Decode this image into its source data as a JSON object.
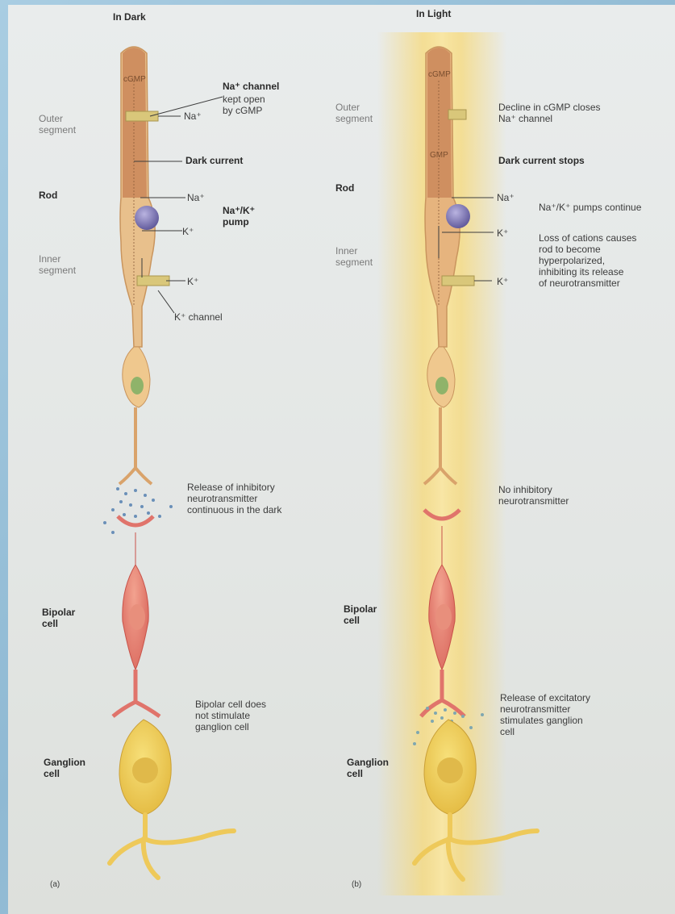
{
  "left_panel": {
    "heading": "In Dark",
    "cgmp": "cGMP",
    "na_channel_title": "Na⁺ channel",
    "na_channel_note": "kept open\nby cGMP",
    "na_ion": "Na⁺",
    "dark_current": "Dark current",
    "outer_segment": "Outer\nsegment",
    "rod": "Rod",
    "inner_segment": "Inner\nsegment",
    "pump_label": "Na⁺/K⁺\npump",
    "na_ion_2": "Na⁺",
    "k_ion": "K⁺",
    "k_ion_2": "K⁺",
    "k_channel": "K⁺ channel",
    "release_note": "Release of inhibitory\nneurotransmitter\ncontinuous in the dark",
    "bipolar": "Bipolar\ncell",
    "bipolar_note": "Bipolar cell does\nnot stimulate\nganglion cell",
    "ganglion": "Ganglion\ncell",
    "panel_letter": "(a)"
  },
  "right_panel": {
    "heading": "In Light",
    "cgmp_top": "cGMP",
    "cgmp_mid": "GMP",
    "outer_segment": "Outer\nsegment",
    "decline_note": "Decline in cGMP closes\nNa⁺ channel",
    "dark_current_stops": "Dark current stops",
    "rod": "Rod",
    "na_ion": "Na⁺",
    "pumps_note": "Na⁺/K⁺ pumps continue",
    "k_ion": "K⁺",
    "k_ion_2": "K⁺",
    "inner_segment": "Inner\nsegment",
    "cation_note": "Loss of cations causes\nrod to become\nhyperpolarized,\ninhibiting its release\nof neurotransmitter",
    "no_inhibitory": "No inhibitory\nneurotransmitter",
    "bipolar": "Bipolar\ncell",
    "excitatory_note": "Release of excitatory\nneurotransmitter\nstimulates ganglion\ncell",
    "ganglion": "Ganglion\ncell",
    "panel_letter": "(b)"
  },
  "colors": {
    "rod_outer": "#cf8f60",
    "rod_body": "#e8c08c",
    "pump": "#7b73b5",
    "bipolar": "#e0746b",
    "ganglion": "#eec95a",
    "light_glow": "#f7d978",
    "neurotransmitter": "#6a8fb8"
  }
}
